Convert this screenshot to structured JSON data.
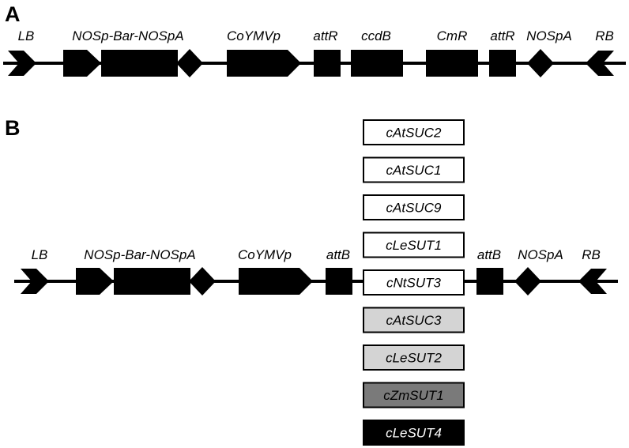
{
  "panelA": {
    "letter": "A",
    "labels": [
      "LB",
      "NOSp-Bar-NOSpA",
      "CoYMVp",
      "attR",
      "ccdB",
      "CmR",
      "attR",
      "NOSpA",
      "RB"
    ]
  },
  "panelB": {
    "letter": "B",
    "labels": [
      "LB",
      "NOSp-Bar-NOSpA",
      "CoYMVp",
      "attB",
      "attB",
      "NOSpA",
      "RB"
    ],
    "genes": [
      {
        "name": "cAtSUC2",
        "fill": "#ffffff",
        "text_color": "#000000"
      },
      {
        "name": "cAtSUC1",
        "fill": "#ffffff",
        "text_color": "#000000"
      },
      {
        "name": "cAtSUC9",
        "fill": "#ffffff",
        "text_color": "#000000"
      },
      {
        "name": "cLeSUT1",
        "fill": "#ffffff",
        "text_color": "#000000"
      },
      {
        "name": "cNtSUT3",
        "fill": "#ffffff",
        "text_color": "#000000"
      },
      {
        "name": "cAtSUC3",
        "fill": "#d4d4d4",
        "text_color": "#000000"
      },
      {
        "name": "cLeSUT2",
        "fill": "#d4d4d4",
        "text_color": "#000000"
      },
      {
        "name": "cZmSUT1",
        "fill": "#7a7a7a",
        "text_color": "#000000"
      },
      {
        "name": "cLeSUT4",
        "fill": "#000000",
        "text_color": "#ffffff"
      }
    ]
  }
}
